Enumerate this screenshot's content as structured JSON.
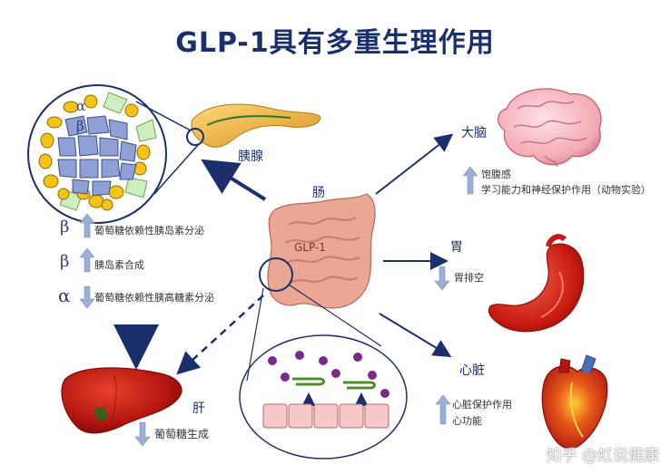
{
  "title": "GLP-1具有多重生理作用",
  "labels": {
    "pancreas": "胰腺",
    "intestine": "肠",
    "glp1_on_gut": "GLP-1",
    "brain": "大脑",
    "stomach": "胃",
    "heart": "心脏",
    "liver": "肝",
    "islet_alpha": "α",
    "islet_beta": "β"
  },
  "pancreas_effects": [
    {
      "cell": "β",
      "direction": "up",
      "text": "葡萄糖依赖性胰岛素分泌"
    },
    {
      "cell": "β",
      "direction": "up",
      "text": "胰岛素合成"
    },
    {
      "cell": "α",
      "direction": "down",
      "text": "葡萄糖依赖性胰高糖素分泌"
    }
  ],
  "brain_effects": [
    {
      "direction": "up",
      "text": "饱腹感"
    },
    {
      "direction": "up",
      "text": "学习能力和神经保护作用（动物实验）"
    }
  ],
  "stomach_effects": [
    {
      "direction": "down",
      "text": "胃排空"
    }
  ],
  "heart_effects": [
    {
      "direction": "up",
      "text": "心脏保护作用"
    },
    {
      "direction": "up",
      "text": "心功能"
    }
  ],
  "liver_effects": [
    {
      "direction": "down",
      "text": "葡萄糖生成"
    }
  ],
  "watermark": "知乎 @虹说健康",
  "colors": {
    "title": "#1c2f6d",
    "arrow": "#1c2f6d",
    "effect_arrow": "#9aaed6",
    "organ_red": "#c8141a",
    "intestine": "#e6a28f"
  }
}
